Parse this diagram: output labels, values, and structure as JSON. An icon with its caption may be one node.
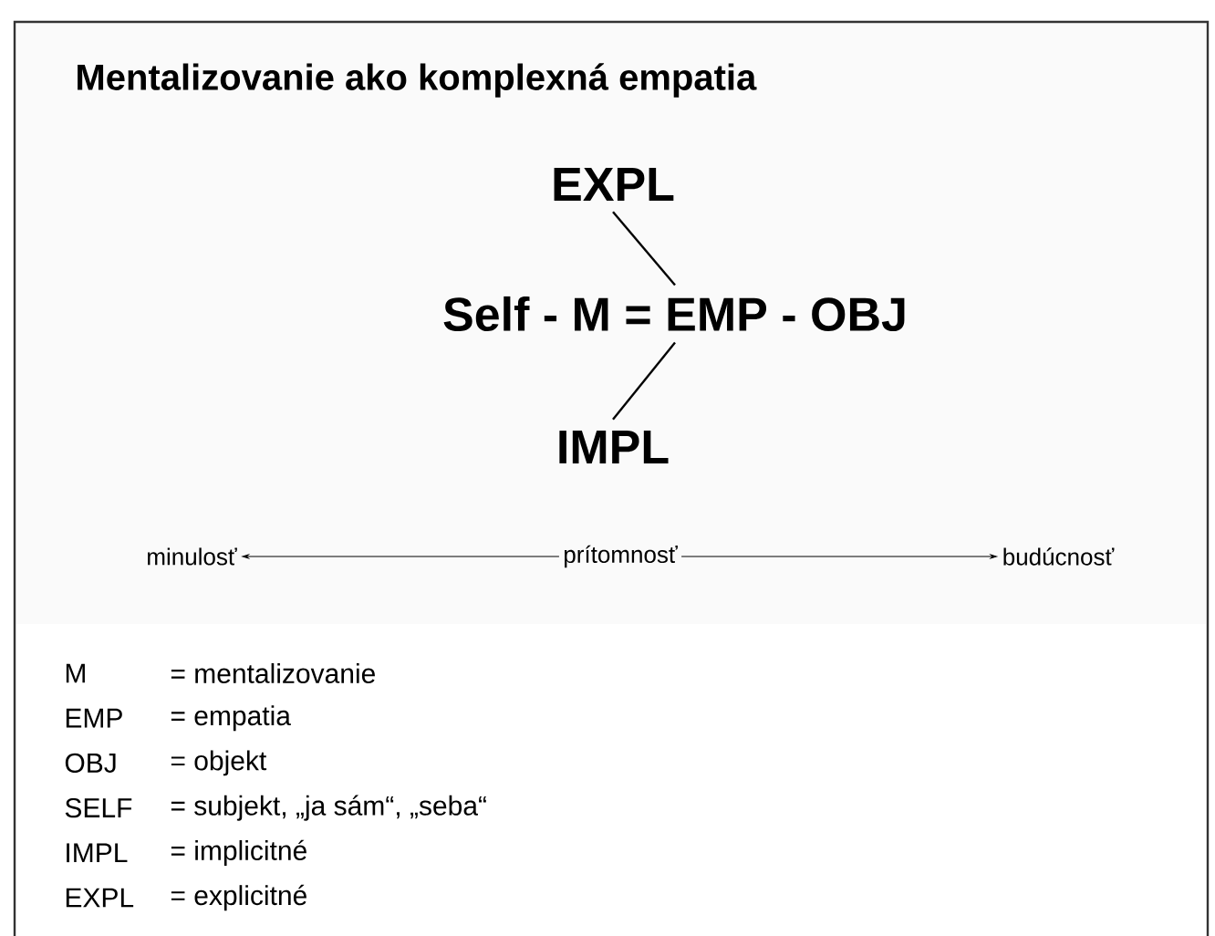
{
  "diagram": {
    "title": "Mentalizovanie ako komplexná empatia",
    "nodes": [
      {
        "text": [
          "EXPL"
        ]
      },
      {
        "text": [
          "Self -  M = EMP  -  OBJ"
        ]
      },
      {
        "text": [
          "IMPL"
        ]
      },
      {
        "text": [
          "minulosť"
        ]
      },
      {
        "text": [
          "prítomnosť"
        ]
      },
      {
        "text": [
          "budúcnosť"
        ]
      }
    ],
    "edges": [
      {
        "from": 0,
        "to": 1,
        "arrow": "none"
      },
      {
        "from": 1,
        "to": 2,
        "arrow": "none"
      },
      {
        "from": 4,
        "to": 3,
        "arrow": "to"
      },
      {
        "from": 4,
        "to": 5,
        "arrow": "to"
      }
    ],
    "labels": [
      "M",
      "= mentalizovanie",
      "EMP",
      "= empatia",
      "OBJ",
      "= objekt",
      "SELF",
      "= subjekt, „ja sám“, „seba“",
      "IMPL",
      "= implicitné",
      "EXPL",
      "= explicitné"
    ]
  }
}
